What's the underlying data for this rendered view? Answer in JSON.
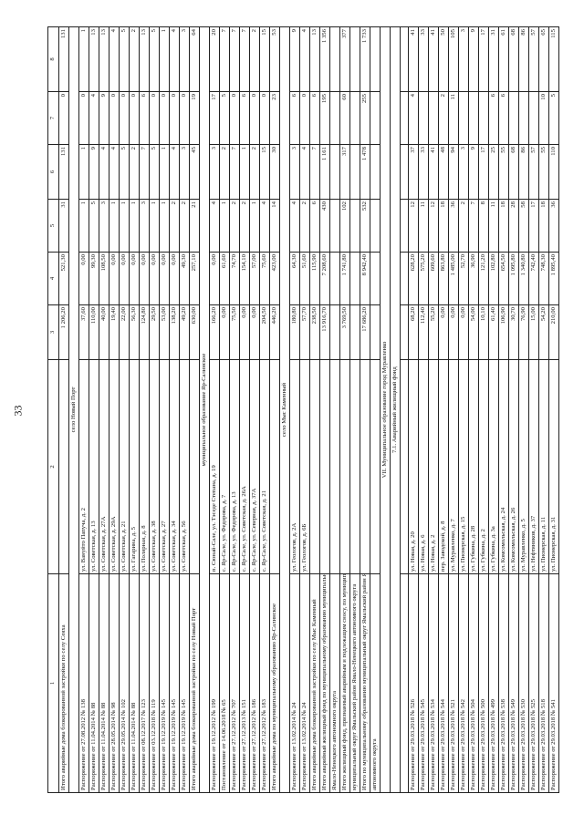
{
  "page_number": "33",
  "columns": [
    "1",
    "2",
    "3",
    "4",
    "5",
    "6",
    "7",
    "8"
  ],
  "rows": [
    {
      "kind": "data",
      "cells": [
        "Итого аварийные дома блокированной застройки по селу Сеяха",
        "",
        "1 206,20",
        "521,30",
        "31",
        "131",
        "0",
        "131"
      ]
    },
    {
      "kind": "section",
      "title": "село Новый Порт"
    },
    {
      "kind": "data",
      "cells": [
        "Распоряжение от 27.08.2012 № 138",
        "ул. Вануйто Папуча, д. 2",
        "37,60",
        "0,00",
        "1",
        "1",
        "0",
        "1"
      ]
    },
    {
      "kind": "data",
      "cells": [
        "Распоряжение от 11.04.2014 № 88",
        "ул. Советская, д. 13",
        "110,00",
        "99,30",
        "5",
        "9",
        "4",
        "13"
      ]
    },
    {
      "kind": "data",
      "cells": [
        "Распоряжение от 11.04.2014 № 88",
        "ул. Советская, д. 27А",
        "40,00",
        "108,50",
        "3",
        "4",
        "9",
        "13"
      ]
    },
    {
      "kind": "data",
      "cells": [
        "Распоряжение от 28.05.2014 № 98",
        "ул. Советская, д. 29А",
        "19,40",
        "0,00",
        "1",
        "4",
        "0",
        "4"
      ]
    },
    {
      "kind": "data",
      "cells": [
        "Распоряжение от 29.05.2014 № 102",
        "ул. Советская, д. 21",
        "22,00",
        "0,00",
        "1",
        "5",
        "0",
        "5"
      ]
    },
    {
      "kind": "data",
      "cells": [
        "Распоряжение от 11.04.2014 № 88",
        "ул. Гагарина, д. 5",
        "56,30",
        "0,00",
        "1",
        "2",
        "0",
        "2"
      ]
    },
    {
      "kind": "data",
      "cells": [
        "Распоряжение от 08.12.2017 № 123",
        "ул. Полярная, д. 8",
        "124,80",
        "0,00",
        "3",
        "7",
        "6",
        "13"
      ]
    },
    {
      "kind": "data",
      "cells": [
        "Распоряжение от 03.12.2018 № 119",
        "ул. Советская, д. 38",
        "29,50",
        "0,00",
        "1",
        "5",
        "0",
        "5"
      ]
    },
    {
      "kind": "data",
      "cells": [
        "Распоряжение от 19.12.2019 № 145",
        "ул. Советская, д. 27",
        "53,00",
        "0,00",
        "1",
        "1",
        "0",
        "1"
      ]
    },
    {
      "kind": "data",
      "cells": [
        "Распоряжение от 19.12.2019 № 145",
        "ул. Советская, д. 34",
        "138,20",
        "0,00",
        "2",
        "4",
        "0",
        "4"
      ]
    },
    {
      "kind": "data",
      "cells": [
        "Распоряжение от 19.12.2019 № 145",
        "ул. Советская, д. 56",
        "49,20",
        "49,30",
        "2",
        "3",
        "0",
        "3"
      ]
    },
    {
      "kind": "data",
      "cells": [
        "Итого аварийные дома блокированной застройки по селу Новый Порт",
        "",
        "630,00",
        "257,10",
        "21",
        "45",
        "19",
        "64"
      ]
    },
    {
      "kind": "section",
      "title": "муниципальное образование Яр-Салинское"
    },
    {
      "kind": "data",
      "cells": [
        "Распоряжение от 19.12.2012 № 199",
        "п. Сюнай-Сале, ул. Тэседе Степана, д. 19",
        "166,20",
        "0,00",
        "4",
        "3",
        "17",
        "20"
      ]
    },
    {
      "kind": "data",
      "cells": [
        "Постановление от 14.06.2018 № 65",
        "с. Яр-Сале, ул. Федорова, д. 7",
        "0,00",
        "61,60",
        "1",
        "2",
        "5",
        "7"
      ]
    },
    {
      "kind": "data",
      "cells": [
        "Распоряжение от 27.12.2012 № 707",
        "с. Яр-Сале, ул. Федорова, д. 13",
        "75,50",
        "74,70",
        "2",
        "7",
        "0",
        "7"
      ]
    },
    {
      "kind": "data",
      "cells": [
        "Распоряжение от 27.12.2013 № 151",
        "с. Яр-Сале, ул. Советская, д. 26А",
        "0,00",
        "154,10",
        "2",
        "1",
        "6",
        "7"
      ]
    },
    {
      "kind": "data",
      "cells": [
        "Распоряжение от 27.12.2012 № 186",
        "с. Яр-Сале, ул. Северная, д. 37А",
        "0,00",
        "57,00",
        "1",
        "2",
        "0",
        "2"
      ]
    },
    {
      "kind": "data",
      "cells": [
        "Распоряжение от 27.12.2012 № 183",
        "с. Яр-Сале, ул. Советская, д. 21",
        "204,50",
        "75,60",
        "4",
        "15",
        "0",
        "15"
      ]
    },
    {
      "kind": "data",
      "cells": [
        "Итого аварийные дома по муниципальному образованию Яр-Салинское",
        "",
        "446,20",
        "423,00",
        "14",
        "30",
        "23",
        "53"
      ]
    },
    {
      "kind": "section",
      "title": "село Мыс Каменный"
    },
    {
      "kind": "data",
      "cells": [
        "Распоряжение от 13.02.2014 № 24",
        "ул. Геологов, д. 2А",
        "180,80",
        "64,30",
        "4",
        "3",
        "6",
        "9"
      ]
    },
    {
      "kind": "data",
      "cells": [
        "Распоряжение от 13.02.2014 № 24",
        "ул. Геологов, д. 6Б",
        "57,70",
        "51,60",
        "2",
        "4",
        "0",
        "4"
      ]
    },
    {
      "kind": "data",
      "cells": [
        "Итого аварийные дома блокированной застройки по селу Мыс Каменный",
        "",
        "238,50",
        "115,90",
        "6",
        "7",
        "6",
        "13"
      ]
    },
    {
      "kind": "data",
      "cells": [
        "Итого аварийный жилищный фонд по муниципальному образованию муниципальный округ Ямальский район",
        "",
        "13 916,70",
        "7 208,60",
        "430",
        "1 161",
        "195",
        "1 356"
      ]
    },
    {
      "kind": "data",
      "cells": [
        "Ямало-Ненецкого автономного округа",
        "",
        "",
        "",
        "",
        "",
        "",
        ""
      ]
    },
    {
      "kind": "data",
      "cells": [
        "Итого жилищный фонд, признанный аварийным и подлежащим сносу, по муниципальному образованию",
        "",
        "3 769,50",
        "1 741,80",
        "102",
        "317",
        "60",
        "377"
      ]
    },
    {
      "kind": "data",
      "cells": [
        "муниципальный округ Ямальский район Ямало-Ненецкого автономного округа",
        "",
        "",
        "",
        "",
        "",
        "",
        ""
      ]
    },
    {
      "kind": "data",
      "cells": [
        "Итого по муниципальному образованию муниципальный округ Ямальский район Ямало-Ненецкого",
        "",
        "17 686,20",
        "8 942,40",
        "532",
        "1 478",
        "255",
        "1 733"
      ]
    },
    {
      "kind": "data",
      "cells": [
        "автономного округа",
        "",
        "",
        "",
        "",
        "",
        "",
        ""
      ]
    },
    {
      "kind": "section",
      "title": "VII. Муниципальное образование город Муравленко"
    },
    {
      "kind": "section",
      "title": "7.1. Аварийный жилищный фонд"
    },
    {
      "kind": "blank"
    },
    {
      "kind": "data",
      "cells": [
        "Распоряжение от 29.03.2018 № 526",
        "ул. Новая, д. 20",
        "68,20",
        "628,20",
        "12",
        "37",
        "4",
        "41"
      ]
    },
    {
      "kind": "data",
      "cells": [
        "Распоряжение от 29.03.2018 № 545",
        "ул. Новая, д. 6",
        "112,40",
        "575,20",
        "11",
        "33",
        "",
        "33"
      ]
    },
    {
      "kind": "data",
      "cells": [
        "Распоряжение от 29.03.2018 № 534",
        "ул. Новая, д. 2",
        "55,20",
        "609,60",
        "12",
        "41",
        "",
        "41"
      ]
    },
    {
      "kind": "data",
      "cells": [
        "Распоряжение от 29.03.2018 № 544",
        "пер. Заводской, д. 8",
        "0,00",
        "863,80",
        "18",
        "48",
        "2",
        "50"
      ]
    },
    {
      "kind": "data",
      "cells": [
        "Распоряжение от 29.03.2018 № 521",
        "ул. Муравленко, д. 7",
        "0,00",
        "1 485,00",
        "36",
        "94",
        "11",
        "105"
      ]
    },
    {
      "kind": "data",
      "cells": [
        "Распоряжение от 29.03.2018 № 542",
        "ул. Пионерская, д. 15",
        "0,00",
        "52,70",
        "2",
        "3",
        "",
        "3"
      ]
    },
    {
      "kind": "data",
      "cells": [
        "Распоряжение от 29.03.2018 № 504",
        "ул. Губкина, д. 28",
        "54,00",
        "36,90",
        "7",
        "9",
        "",
        "9"
      ]
    },
    {
      "kind": "data",
      "cells": [
        "Распоряжение от 29.03.2018 № 500",
        "ул. Губкина, д. 2",
        "10,10",
        "121,20",
        "8",
        "17",
        "",
        "17"
      ]
    },
    {
      "kind": "data",
      "cells": [
        "Распоряжение от 29.03.2018 № 499",
        "ул. Губкина, д. 3а",
        "61,40",
        "102,80",
        "11",
        "25",
        "6",
        "31"
      ]
    },
    {
      "kind": "data",
      "cells": [
        "Распоряжение от 29.03.2018 № 538",
        "ул. Комсомольская, д. 24",
        "106,90",
        "654,50",
        "18",
        "55",
        "6",
        "61"
      ]
    },
    {
      "kind": "data",
      "cells": [
        "Распоряжение от 29.03.2018 № 549",
        "ул. Комсомольская, д. 26",
        "30,70",
        "1 095,80",
        "28",
        "68",
        "",
        "68"
      ]
    },
    {
      "kind": "data",
      "cells": [
        "Распоряжение от 29.03.2018 № 530",
        "ул. Муравленко, д. 5",
        "76,90",
        "1 340,80",
        "58",
        "86",
        "",
        "86"
      ]
    },
    {
      "kind": "data",
      "cells": [
        "Распоряжение от 29.03.2018 № 525",
        "ул. Нефтяников, д. 37",
        "15,00",
        "742,40",
        "17",
        "57",
        "",
        "57"
      ]
    },
    {
      "kind": "data",
      "cells": [
        "Распоряжение от 29.03.2018 № 518",
        "ул. Пионерская, д. 11",
        "54,20",
        "748,30",
        "18",
        "55",
        "10",
        "65"
      ]
    },
    {
      "kind": "data",
      "cells": [
        "Распоряжение от 29.03.2018 № 541",
        "ул. Пионерская, д. 31",
        "210,00",
        "1 895,40",
        "36",
        "110",
        "5",
        "115"
      ]
    }
  ]
}
